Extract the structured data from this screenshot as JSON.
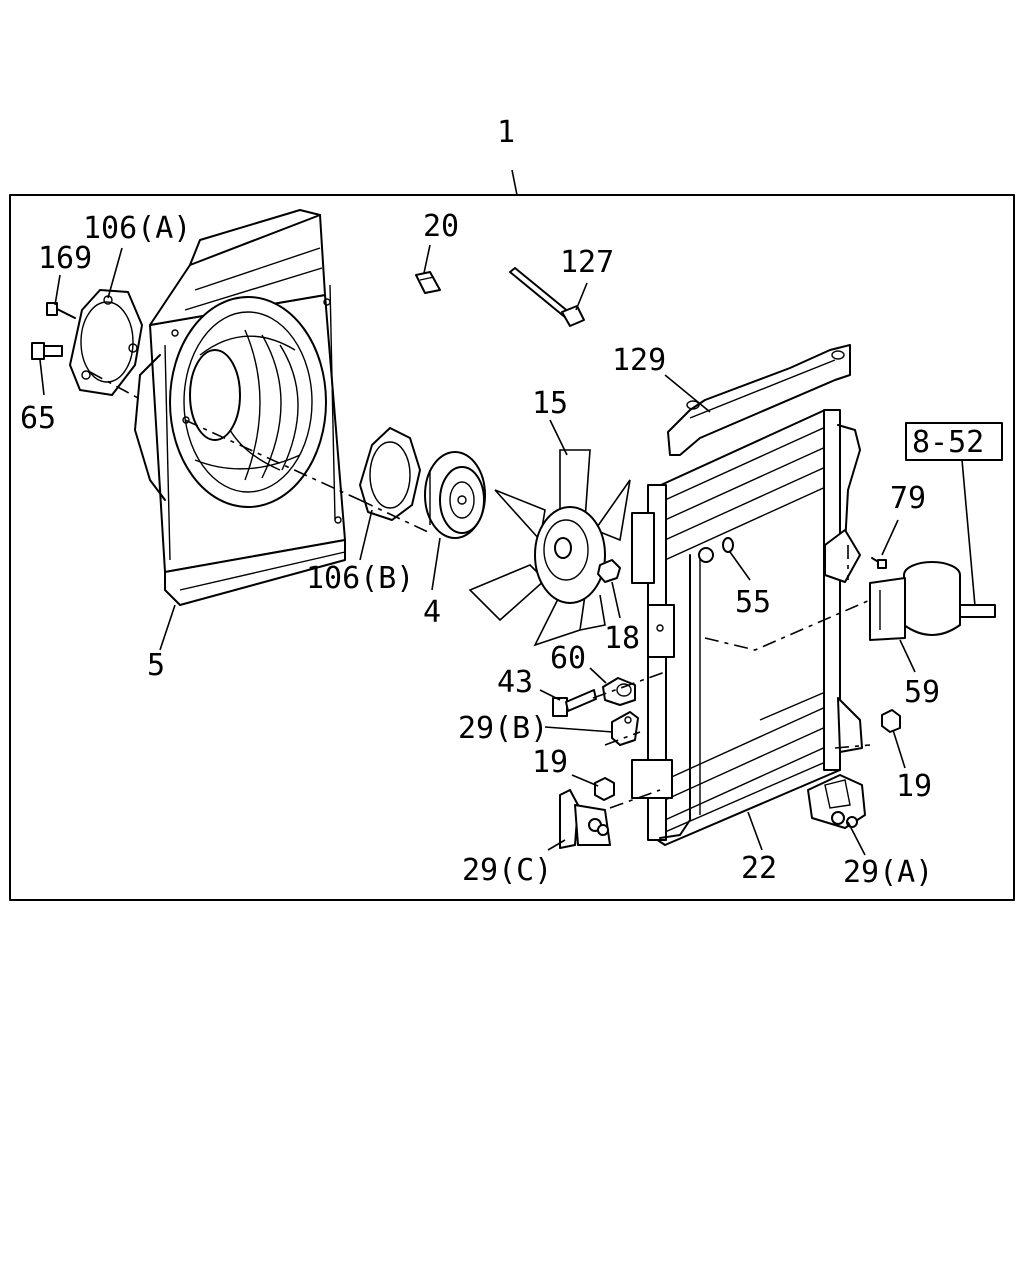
{
  "callouts": {
    "c1": "1",
    "c106a": "106(A)",
    "c169": "169",
    "c65": "65",
    "c20": "20",
    "c127": "127",
    "c129": "129",
    "c15": "15",
    "c8_52": "8-52",
    "c79": "79",
    "c55": "55",
    "c106b": "106(B)",
    "c4": "4",
    "c5": "5",
    "c18": "18",
    "c60": "60",
    "c43": "43",
    "c59": "59",
    "c29b": "29(B)",
    "c19a": "19",
    "c19b": "19",
    "c29c": "29(C)",
    "c22": "22",
    "c29a": "29(A)"
  }
}
